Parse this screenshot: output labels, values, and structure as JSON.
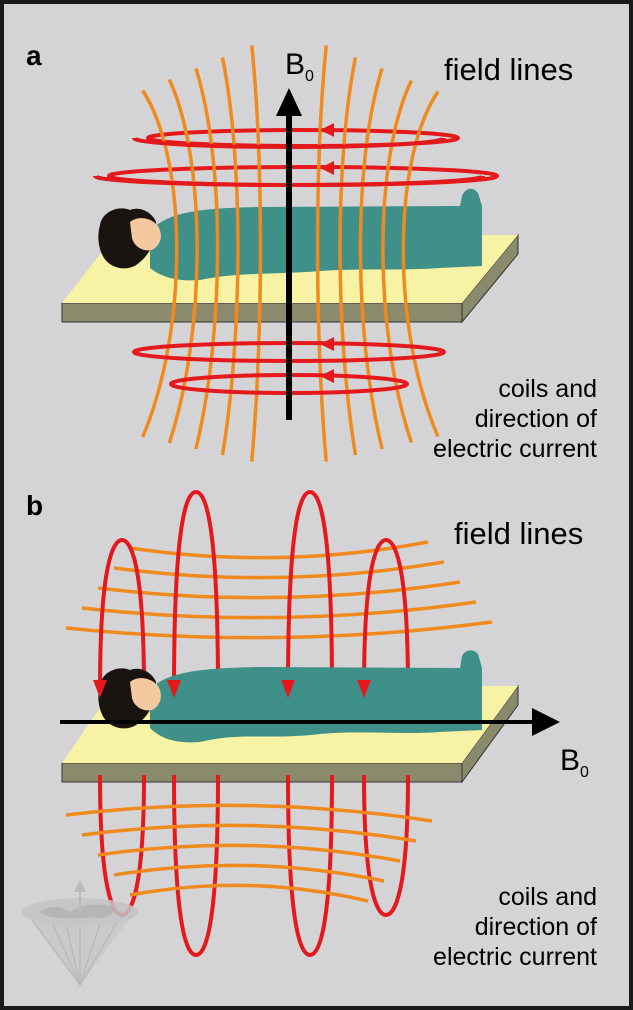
{
  "colors": {
    "background": "#d4d4d6",
    "border": "#1a1a1a",
    "field_line": "#f08a1e",
    "coil": "#e3191c",
    "table_top": "#f7f2a4",
    "table_side": "#8a8a6c",
    "body": "#3e9088",
    "hair": "#1a1410",
    "skin": "#f5c9a0",
    "axis": "#000000",
    "watermark": "#bdbdbf"
  },
  "panels": [
    {
      "letter": "a",
      "field_label": "field lines",
      "coil_label": [
        "coils and",
        "direction of",
        "electric current"
      ],
      "b_symbol": "B",
      "b_subscript": "0",
      "b_orientation": "vertical"
    },
    {
      "letter": "b",
      "field_label": "field lines",
      "coil_label": [
        "coils and",
        "direction of",
        "electric current"
      ],
      "b_symbol": "B",
      "b_subscript": "0",
      "b_orientation": "horizontal"
    }
  ],
  "watermark_icon": "globe-cone-logo-icon"
}
